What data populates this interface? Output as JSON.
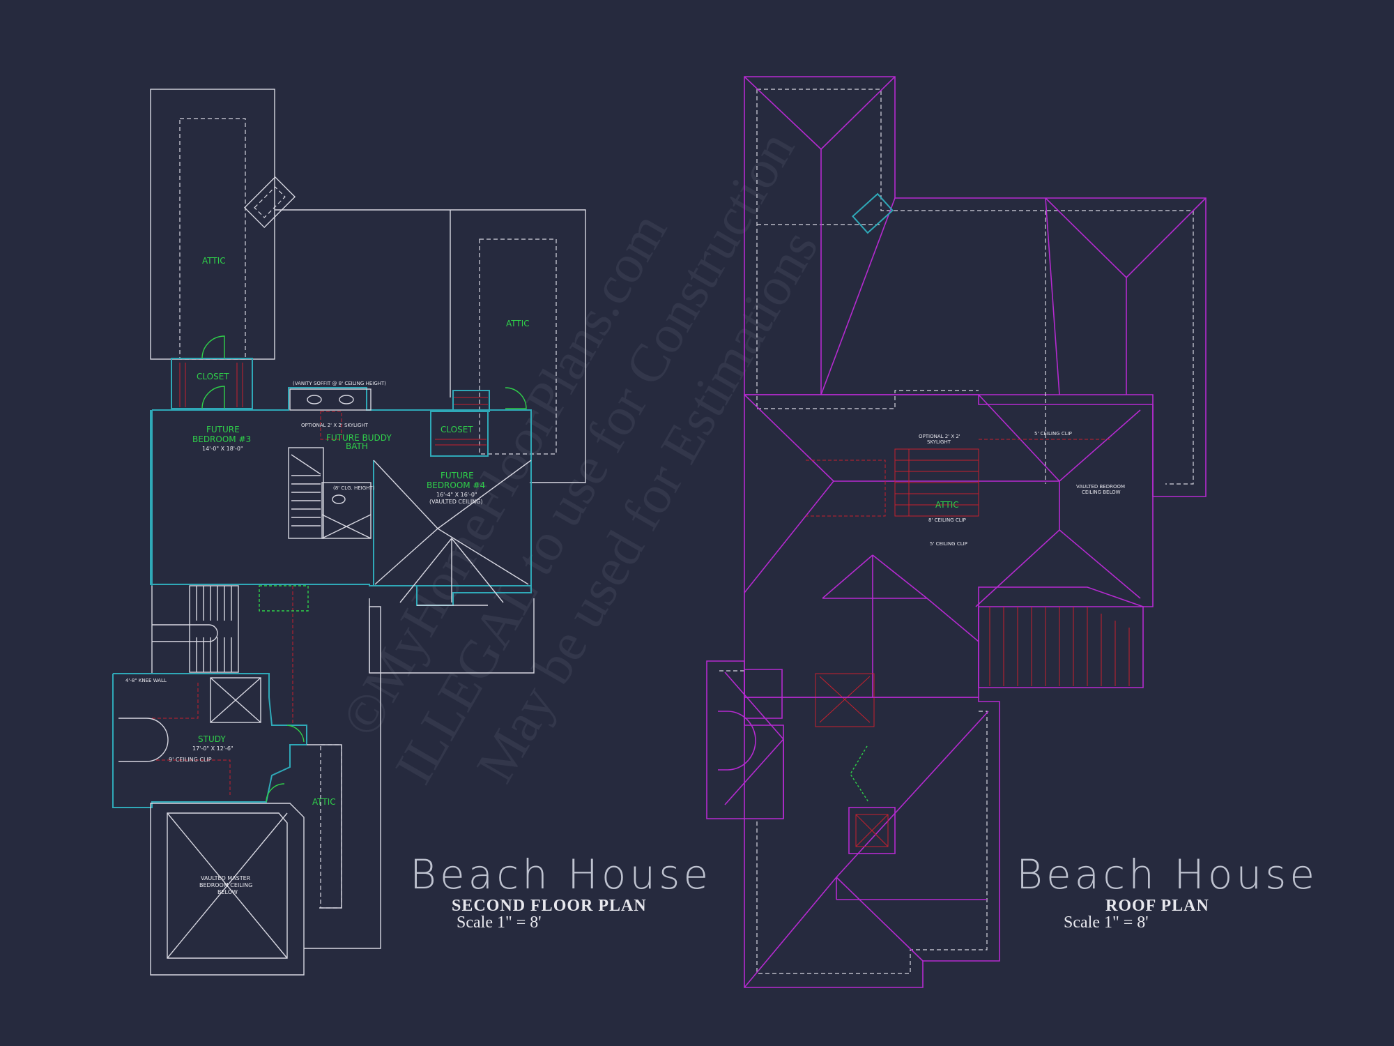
{
  "watermark": {
    "line1": "©MyHomeFloorPlans.com",
    "line2": "ILLEGAL to use for Construction",
    "line3": "May be used for Estimations"
  },
  "second_floor": {
    "title": "Beach House",
    "subtitle": "SECOND FLOOR PLAN",
    "scale": "Scale 1\" = 8'",
    "labels": {
      "attic_left": "ATTIC",
      "attic_right": "ATTIC",
      "attic_bottom": "ATTIC",
      "closet_left": "CLOSET",
      "closet_right": "CLOSET",
      "bedroom3_name": "FUTURE",
      "bedroom3_num": "BEDROOM #3",
      "bedroom3_dim": "14'-0\" X 18'-0\"",
      "bath_name": "FUTURE BUDDY",
      "bath_num": "BATH",
      "bedroom4_name": "FUTURE",
      "bedroom4_num": "BEDROOM #4",
      "bedroom4_dim": "16'-4\" X 16'-0\"",
      "bedroom4_note": "(VAULTED CEILING)",
      "vanity_note": "(VANITY SOFFIT @ 8' CEILING HEIGHT)",
      "skylight_note": "OPTIONAL 2' X 2' SKYLIGHT",
      "clg_note": "(8' CLG. HEIGHT)",
      "knee_wall": "4'-8\" KNEE WALL",
      "study_name": "STUDY",
      "study_dim": "17'-0\" X 12'-6\"",
      "study_clip": "9' CEILING CLIP",
      "master_line1": "VAULTED MASTER",
      "master_line2": "BEDROOM CEILING",
      "master_line3": "BELOW"
    }
  },
  "roof": {
    "title": "Beach House",
    "subtitle": "ROOF PLAN",
    "scale": "Scale 1\" = 8'",
    "labels": {
      "ceiling_clip_top": "5' CEILING CLIP",
      "vaulted_line1": "VAULTED BEDROOM",
      "vaulted_line2": "CEILING BELOW",
      "skylight_line1": "OPTIONAL 2' X 2'",
      "skylight_line2": "SKYLIGHT",
      "attic": "ATTIC",
      "clip8": "8' CEILING CLIP",
      "clip5": "5' CEILING CLIP"
    }
  },
  "colors": {
    "background": "#262a3e",
    "walls": "#d8d8e2",
    "exterior_walls": "#2fa9b8",
    "room_labels": "#2fd14a",
    "roof_lines": "#b52ad0",
    "stairs_hatch": "#c8202e"
  }
}
